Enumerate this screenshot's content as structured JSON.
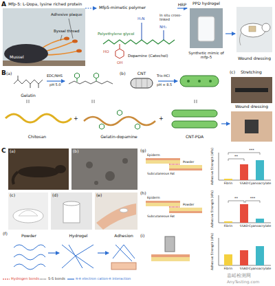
{
  "diagram": {
    "nodes": [
      {
        "text": [
          "A"
        ]
      },
      {
        "text": [
          "Mfp-5: L-Dopa, lysine riched protein",
          "Mussel"
        ],
        "in": 0
      },
      {
        "text": [
          "Mfp5-mimetic polymer"
        ],
        "in": 0
      },
      {
        "text": [
          "PPD hydrogel",
          "Synthetic mimic of mfp-5"
        ],
        "in": 0
      },
      {
        "text": [
          "Wound dressing"
        ],
        "in": 0
      },
      {
        "text": [
          "B"
        ]
      },
      {
        "text": [
          "Gelatin"
        ],
        "in": 5
      },
      {
        "text": [
          "CNT"
        ],
        "in": 5
      },
      {
        "text": [
          "(c)",
          "Stretching",
          "Wound dressing"
        ],
        "in": 5
      },
      {
        "text": [
          "Chitosan"
        ],
        "in": 5
      },
      {
        "text": [
          "Gelatin-dopamine"
        ],
        "in": 5
      },
      {
        "text": [
          "CNT-PDA"
        ],
        "in": 5
      },
      {
        "text": [
          "C"
        ]
      },
      {
        "text": [
          "Powder"
        ],
        "in": 12
      },
      {
        "text": [
          "Hydrogel"
        ],
        "in": 12
      },
      {
        "text": [
          "Adhesion"
        ],
        "in": 12
      }
    ],
    "edges": [
      {
        "from": 1,
        "to": 2,
        "arrow": "to"
      },
      {
        "from": 2,
        "to": 3,
        "label": "HRP",
        "arrow": "to"
      },
      {
        "from": 3,
        "to": 4,
        "arrow": "to"
      },
      {
        "from": 11,
        "to": 8,
        "arrow": "to"
      },
      {
        "from": 13,
        "to": 14,
        "arrow": "to"
      },
      {
        "from": 14,
        "to": 15,
        "arrow": "to"
      }
    ],
    "labels": [
      "Adhesive plaque",
      "Byssal thread",
      "H₂N",
      "NH₂",
      "Polyethylene glycol",
      "HO",
      "OH",
      "Dopamine (Catechol)",
      "In situ cross-linked",
      "(a)",
      "EDC/NHS",
      "pH 5.0",
      "(b)",
      "Tris-HCl",
      "pH = 8.5",
      "+",
      "+",
      "(a)",
      "(b)",
      "(c)",
      "(d)",
      "(e)",
      "(f)",
      "(g)",
      "Epiderm",
      "Powder",
      "Subcutaneous Fat",
      "Adhesive Strength (kPa)",
      "**",
      "***",
      "Fibrin",
      "SSAD",
      "Cyanoacrylate",
      "(h)",
      "Epiderm",
      "Powder",
      "Subcutaneous Fat",
      "Adhesive Strength (kPa)",
      "**",
      "***",
      "Fibrin",
      "SSAD",
      "Cyanoacrylate",
      "(i)",
      "Adhesive Strength (kPa)",
      "Fibrin",
      "SSAD",
      "Cyanoacrylate",
      "嘉峪检测网",
      "AnyTesting.com"
    ],
    "legend": [
      {
        "text": "Hydrogen bonds"
      },
      {
        "text": "S-S bonds"
      },
      {
        "text": "π-π electron cation-π interaction"
      }
    ]
  }
}
